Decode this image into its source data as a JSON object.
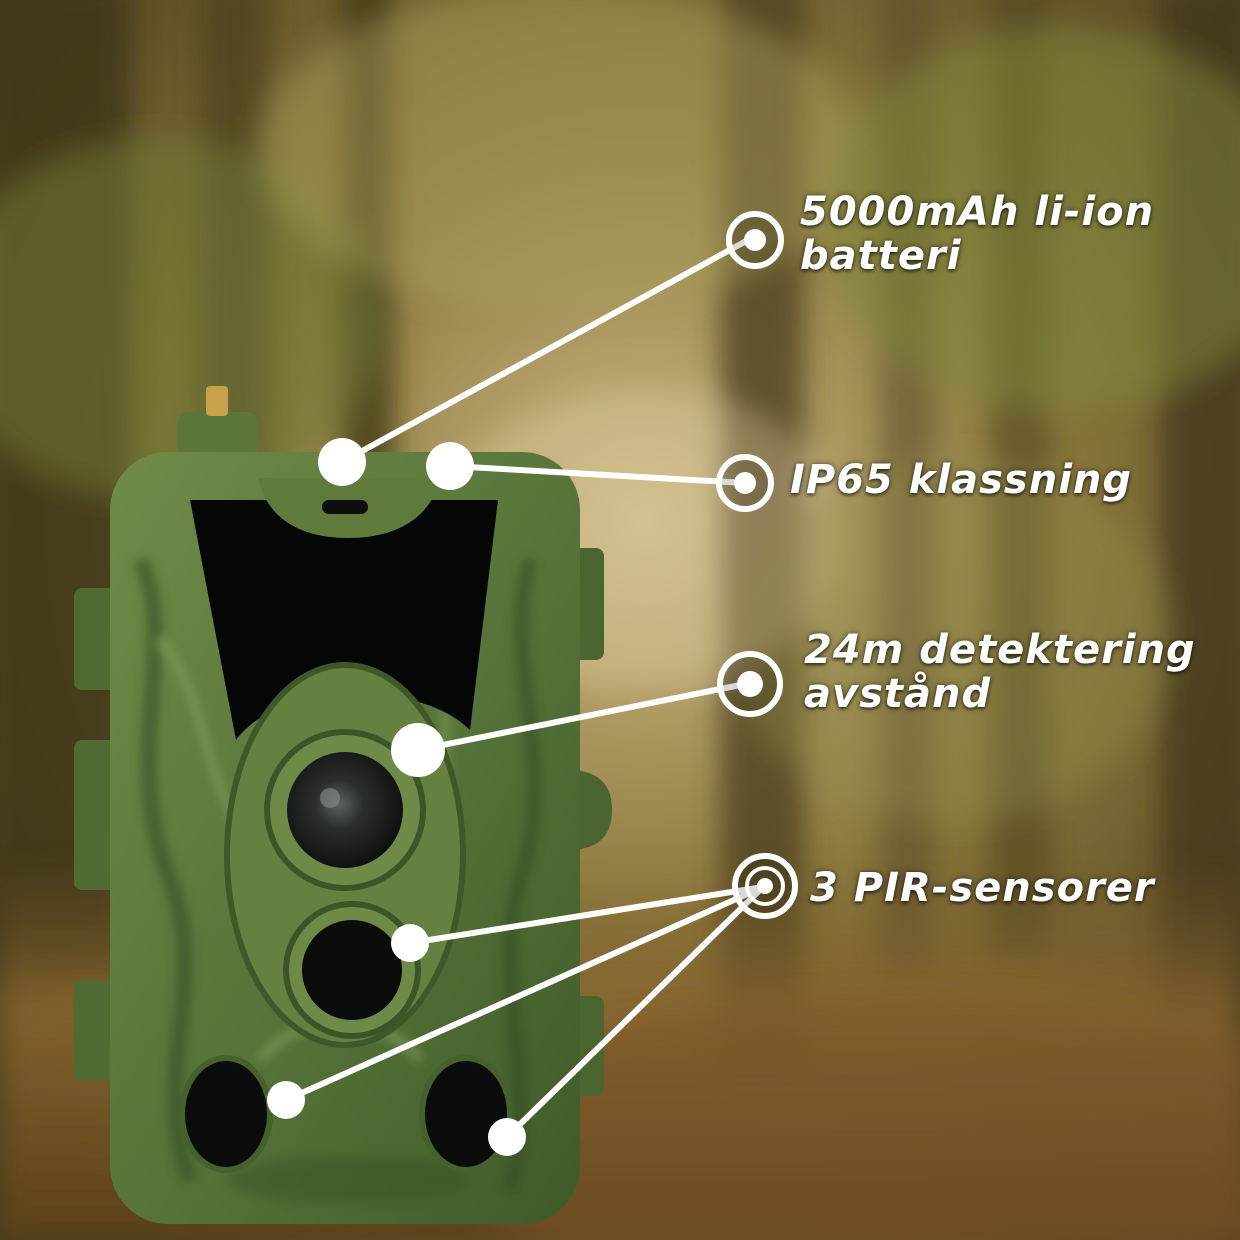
{
  "callouts": {
    "battery": {
      "line1": "5000mAh li-ion",
      "line2": "batteri"
    },
    "ip_rating": {
      "line1": "IP65 klassning"
    },
    "detection": {
      "line1": "24m detektering",
      "line2": "avstånd"
    },
    "pir": {
      "line1": "3 PIR-sensorer"
    }
  },
  "colors": {
    "callout": "#ffffff",
    "camo_base": "#5f7b3c",
    "camo_dark": "#3f5a2a",
    "lens_black": "#0b0d0c",
    "forest_light": "#c9b27a",
    "forest_dark": "#3e3518"
  }
}
